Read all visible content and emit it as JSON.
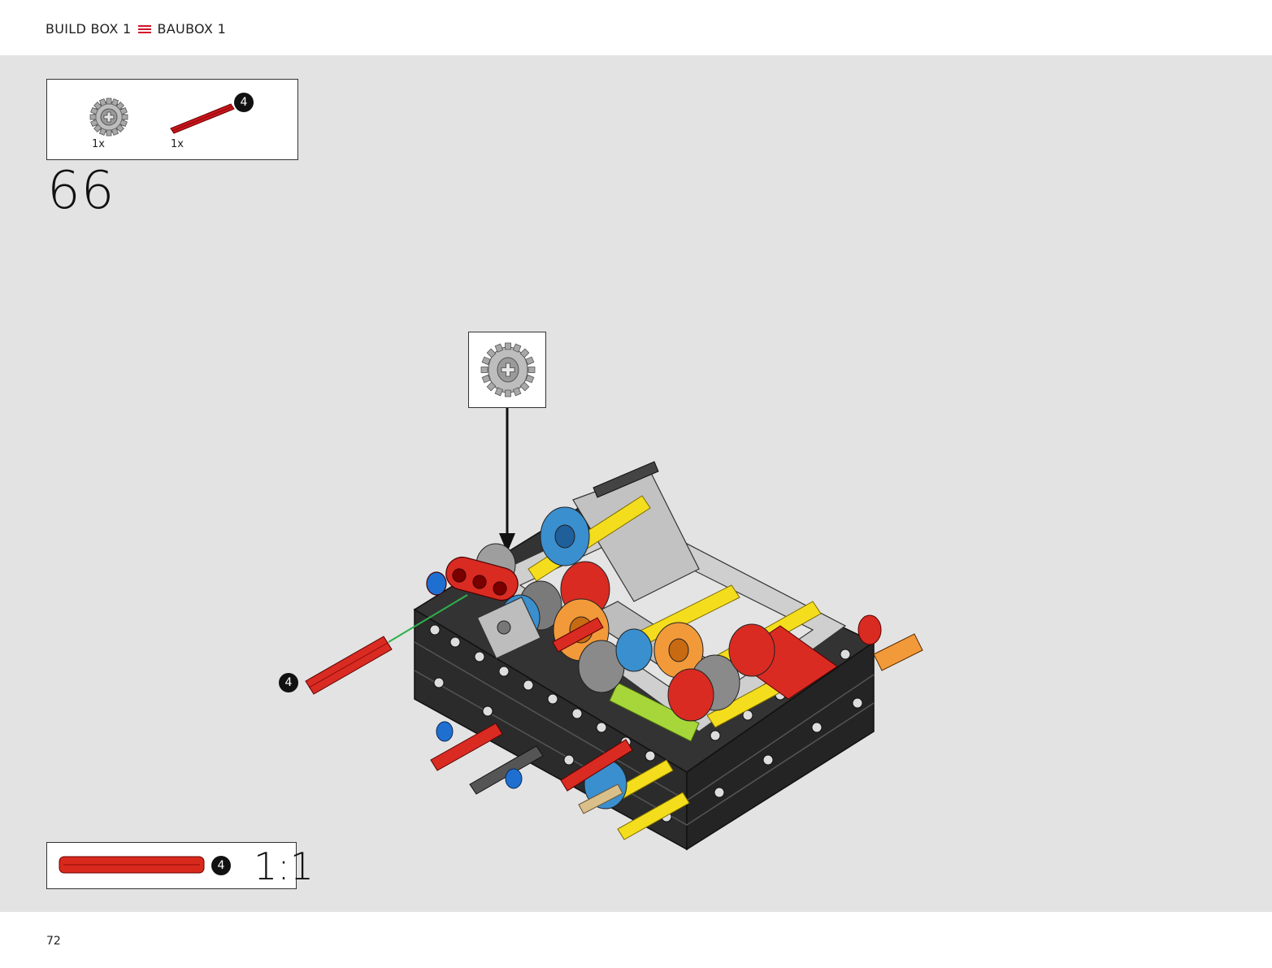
{
  "header": {
    "build_box_en": "BUILD BOX 1",
    "build_box_de": "BAUBOX 1"
  },
  "parts_list": [
    {
      "part": "gear-16-tooth",
      "color": "#a8a8a8",
      "quantity": "1x"
    },
    {
      "part": "axle-4",
      "color": "#c8161d",
      "quantity": "1x",
      "length_badge": "4"
    }
  ],
  "step": {
    "number": "66"
  },
  "callout": {
    "part": "gear-16-tooth",
    "color": "#a8a8a8"
  },
  "assembly": {
    "axle_badge": "4"
  },
  "scale_reference": {
    "length_badge": "4",
    "scale": "1:1",
    "color": "#d9291c"
  },
  "footer": {
    "page_number": "72"
  },
  "colors": {
    "accent": "#d0142a",
    "canvas": "#e3e3e3",
    "frame_black": "#2b2b2b",
    "red": "#cf1c1c",
    "yellow": "#f4dd1c",
    "blue": "#1f6fd1",
    "azure": "#3a8fce",
    "orange": "#f29a3a",
    "lime": "#a7d63a",
    "light_gray": "#bfbfbf"
  }
}
